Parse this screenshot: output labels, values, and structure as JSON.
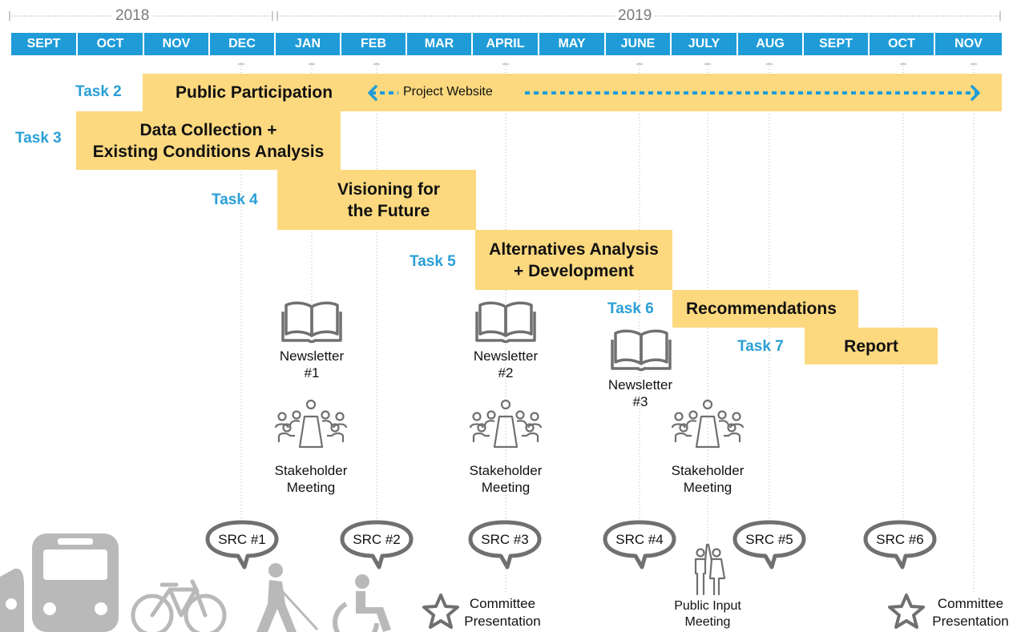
{
  "years": [
    "2018",
    "2019"
  ],
  "months": [
    "SEPT",
    "OCT",
    "NOV",
    "DEC",
    "JAN",
    "FEB",
    "MAR",
    "APRIL",
    "MAY",
    "JUNE",
    "JULY",
    "AUG",
    "SEPT",
    "OCT",
    "NOV"
  ],
  "tasks": [
    {
      "id": "Task 2",
      "title": "Public Participation"
    },
    {
      "id": "Task 3",
      "title_line1": "Data Collection +",
      "title_line2": "Existing Conditions Analysis"
    },
    {
      "id": "Task 4",
      "title_line1": "Visioning for",
      "title_line2": "the Future"
    },
    {
      "id": "Task 5",
      "title_line1": "Alternatives Analysis",
      "title_line2": "+ Development"
    },
    {
      "id": "Task 6",
      "title": "Recommendations"
    },
    {
      "id": "Task 7",
      "title": "Report"
    }
  ],
  "website_label": "Project Website",
  "newsletters": [
    {
      "line1": "Newsletter",
      "line2": "#1"
    },
    {
      "line1": "Newsletter",
      "line2": "#2"
    },
    {
      "line1": "Newsletter",
      "line2": "#3"
    }
  ],
  "stakeholder": {
    "line1": "Stakeholder",
    "line2": "Meeting"
  },
  "src": [
    "SRC #1",
    "SRC #2",
    "SRC #3",
    "SRC #4",
    "SRC #5",
    "SRC #6"
  ],
  "committee": {
    "line1": "Committee",
    "line2": "Presentation"
  },
  "public_input": {
    "line1": "Public Input",
    "line2": "Meeting"
  },
  "colors": {
    "month_bar": "#1f9cd8",
    "task_bar": "#fcd97f",
    "task_label": "#2a9fd6",
    "icon_gray": "#707070",
    "mode_gray": "#b9b9b9"
  }
}
